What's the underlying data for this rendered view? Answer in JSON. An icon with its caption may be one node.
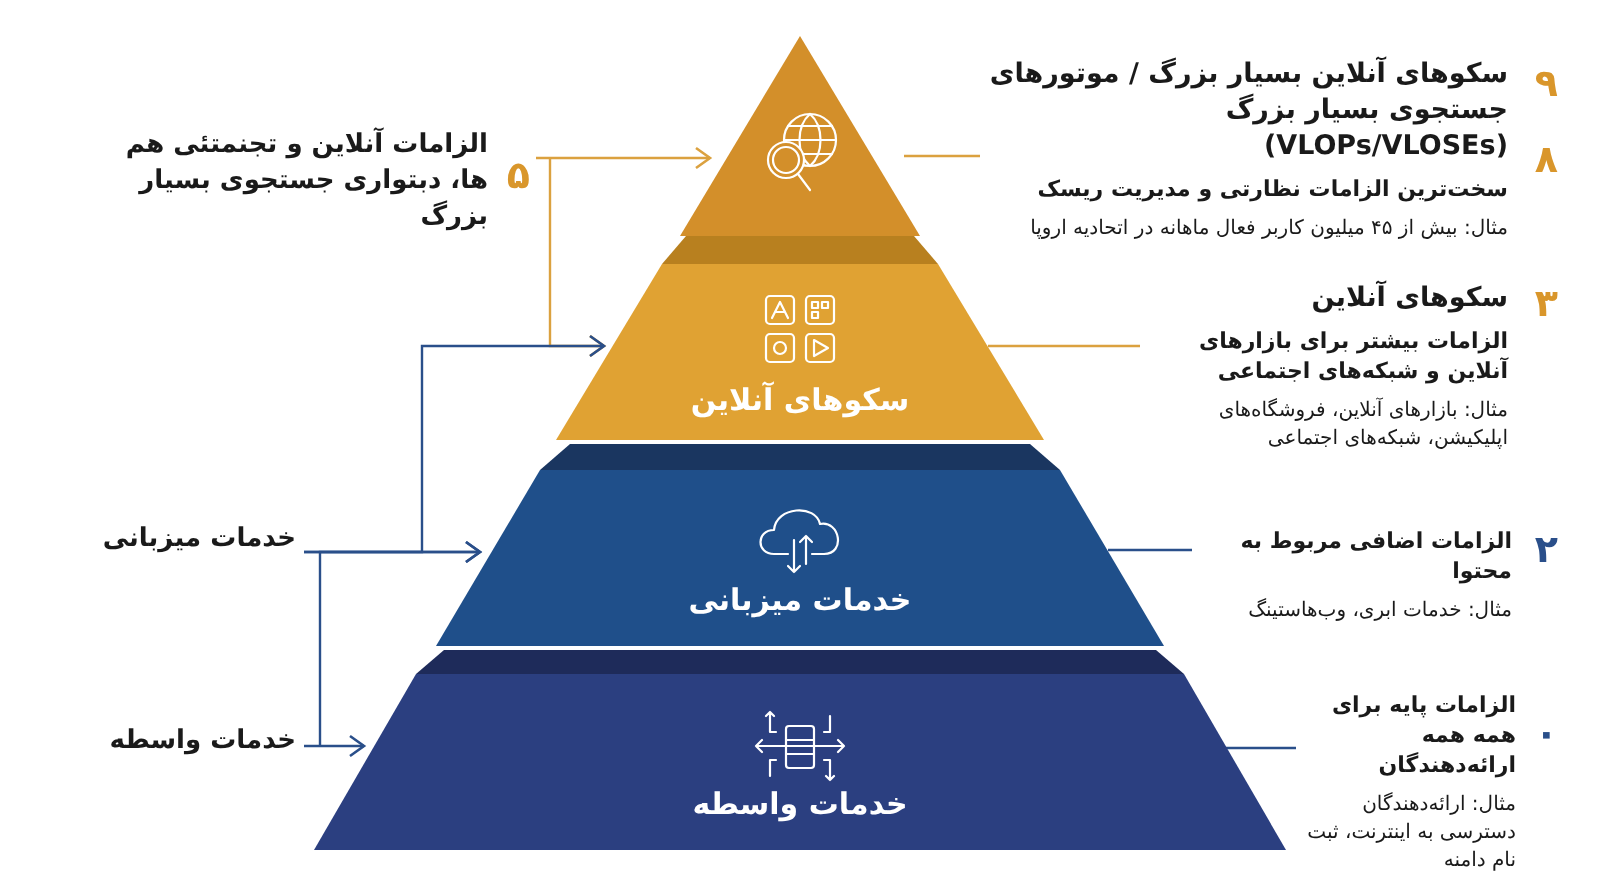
{
  "diagram": {
    "nodes": [
      {
        "text": [],
        "shape": "triangle"
      },
      {
        "text": [
          "سکوهای آنلاین"
        ]
      },
      {
        "text": [
          "خدمات میزبانی"
        ]
      },
      {
        "text": [
          "خدمات واسطه"
        ]
      },
      {
        "text": [
          "۵",
          "الزامات آنلاین و تجنمتئی هم ها، دبتواری جستجوی بسیار بزرگ"
        ]
      },
      {
        "text": [
          "خدمات میزبانی"
        ]
      },
      {
        "text": [
          "خدمات واسطه"
        ]
      },
      {
        "text": [
          "۹",
          "سکوهای آنلاین بسیار بزرگ / موتورهای جستجوی بسیار بزرگ (VLOPs/VLOSEs)",
          "۸",
          "سخت‌ترین الزامات نظارتی و مدیریت ریسک",
          "مثال: بیش از ۴۵ میلیون کاربر فعال ماهانه در اتحادیه اروپا"
        ]
      },
      {
        "text": [
          "۳",
          "سکوهای آنلاین",
          "الزامات بیشتر برای بازارهای آنلاین و شبکه‌های اجتماعی",
          "مثال: بازارهای آنلاین، فروشگاه‌های اپلیکیشن، شبکه‌های اجتماعی"
        ]
      },
      {
        "text": [
          "۲",
          "الزامات اضافی مربوط به محتوا",
          "مثال: خدمات ابری، وب‌هاستینگ"
        ]
      },
      {
        "text": [
          "۰",
          "الزامات پایه برای همه همه ارائه‌دهندگان",
          "مثال: ارائه‌دهندگان دسترسی به اینترنت، ثبت نام دامنه"
        ]
      }
    ],
    "edges": [
      {
        "from": 4,
        "to": 0,
        "arrow": "to",
        "color": "#dba13f"
      },
      {
        "from": 4,
        "to": 1,
        "arrow": "to",
        "color": "#dba13f"
      },
      {
        "from": 5,
        "to": 2,
        "arrow": "to"
      },
      {
        "from": 5,
        "to": 1,
        "arrow": "to"
      },
      {
        "from": 6,
        "to": 3,
        "arrow": "to"
      },
      {
        "from": 6,
        "to": 2,
        "arrow": "to"
      },
      {
        "from": 0,
        "to": 7,
        "arrow": "none",
        "color": "#dba13f"
      },
      {
        "from": 1,
        "to": 8,
        "arrow": "none",
        "color": "#dba13f"
      },
      {
        "from": 2,
        "to": 9,
        "arrow": "none"
      },
      {
        "from": 3,
        "to": 10,
        "arrow": "none"
      }
    ]
  }
}
